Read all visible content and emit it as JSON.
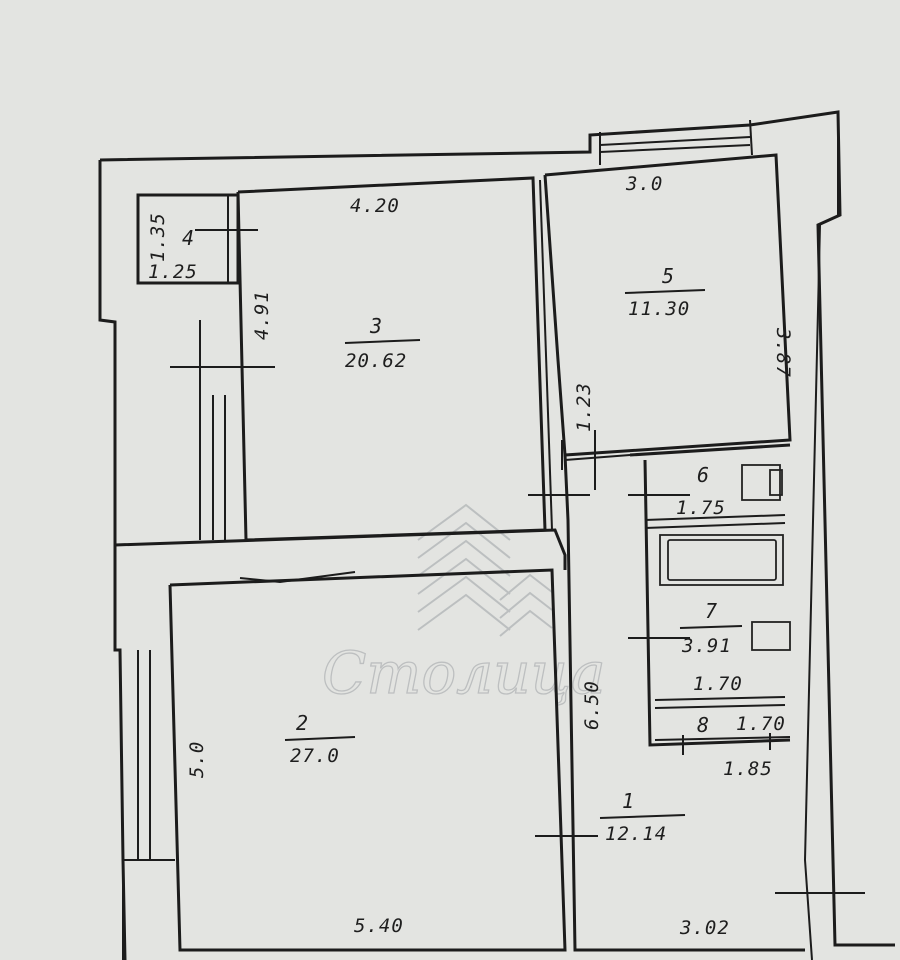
{
  "rooms": [
    {
      "number": "1",
      "area": "12.14"
    },
    {
      "number": "2",
      "area": "27.0"
    },
    {
      "number": "3",
      "area": "20.62"
    },
    {
      "number": "4",
      "area": "1.25"
    },
    {
      "number": "5",
      "area": "11.30"
    },
    {
      "number": "6",
      "area": "1.75"
    },
    {
      "number": "7",
      "area": "3.91"
    },
    {
      "number": "8",
      "area": "1.70"
    }
  ],
  "dimensions": {
    "room3_width": "4.20",
    "room3_height": "4.91",
    "room4_height": "1.35",
    "room5_width": "3.0",
    "room5_height": "3.87",
    "hall_upper": "1.23",
    "hall_length": "6.50",
    "room2_width": "5.40",
    "room2_height": "5.0",
    "room1_width": "3.02",
    "bath_width": "1.70",
    "room8_depth": "1.85"
  },
  "watermark": {
    "text": "Столица"
  },
  "colors": {
    "paper": "#e3e4e1",
    "ink": "#1c1c1c",
    "watermark": "#b9bcbd"
  }
}
